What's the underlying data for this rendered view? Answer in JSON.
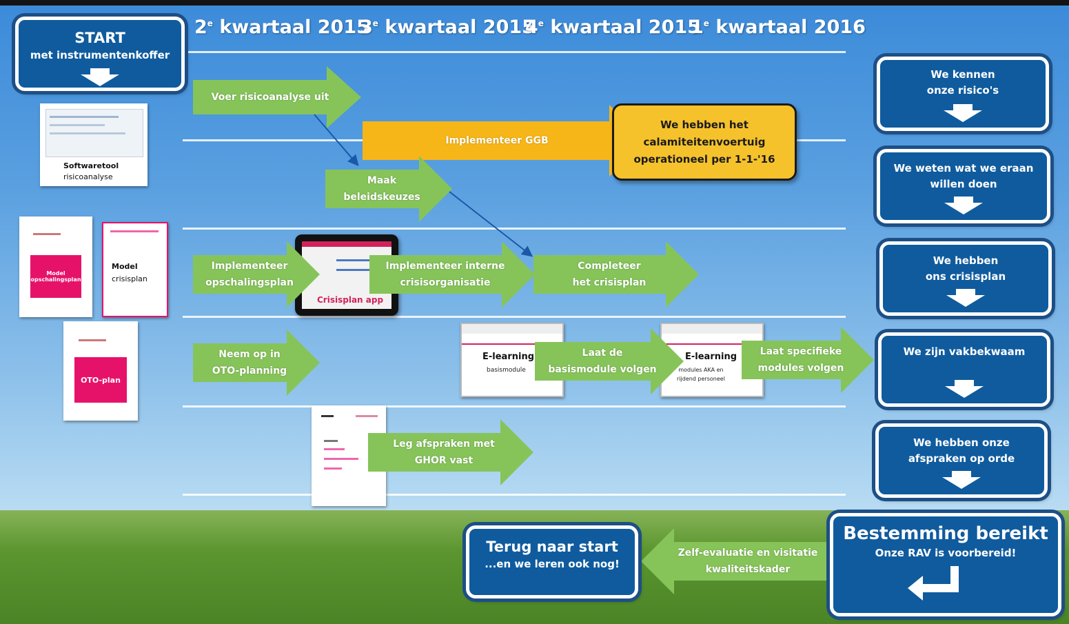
{
  "quarters": [
    "2",
    "kwartaal 2015",
    "3",
    "kwartaal 2015",
    "4",
    "kwartaal 2015",
    "1",
    "kwartaal 2016"
  ],
  "quarter_sup": "e",
  "start": {
    "title": "START",
    "subtitle": "met instrumentenkoffer"
  },
  "arrows": {
    "risico": "Voer risicoanalyse uit",
    "ggb": "Implementeer GGB",
    "beleid": "Maak\nbeleidskeuzes",
    "opschaling": "Implementeer\nopschalingsplan",
    "interne": "Implementeer interne\ncrisisorganisatie",
    "compleet": "Completeer\nhet crisisplan",
    "oto": "Neem op in\nOTO-planning",
    "basis": "Laat de\nbasismodule volgen",
    "specifiek": "Laat specifieke\nmodules volgen",
    "ghor": "Leg afspraken met\nGHOR vast",
    "zelf": "Zelf-evaluatie en visitatie\nkwaliteitskader"
  },
  "yellow_box": "We hebben het\ncalamiteitenvoertuig\noperationeel per 1-1-'16",
  "outcomes": [
    "We kennen\nonze risico's",
    "We weten wat we eraan\nwillen doen",
    "We hebben\nons crisisplan",
    "We zijn vakbekwaam",
    "We hebben onze\nafspraken op orde"
  ],
  "destination": {
    "title": "Bestemming bereikt",
    "subtitle": "Onze RAV is voorbereid!"
  },
  "back": {
    "title": "Terug naar start",
    "subtitle": "...en we leren ook nog!"
  },
  "docs": {
    "software_1": "Softwaretool",
    "software_2": "risicoanalyse",
    "model_1": "Model",
    "model_2": "crisisplan",
    "model_opschaling": "Model\nopschalingsplan",
    "oto": "OTO-plan",
    "app": "Crisisplan app",
    "elearn": "E-learning",
    "elearn_basis": "basismodule",
    "elearn_modules": "modules AKA en\nrijdend personeel"
  },
  "colors": {
    "box_blue": "#0f5b9e",
    "arrow_green": "#86c45a",
    "ggb_orange": "#f7b618",
    "yellow": "#f6c22c",
    "pink": "#e6126a"
  }
}
